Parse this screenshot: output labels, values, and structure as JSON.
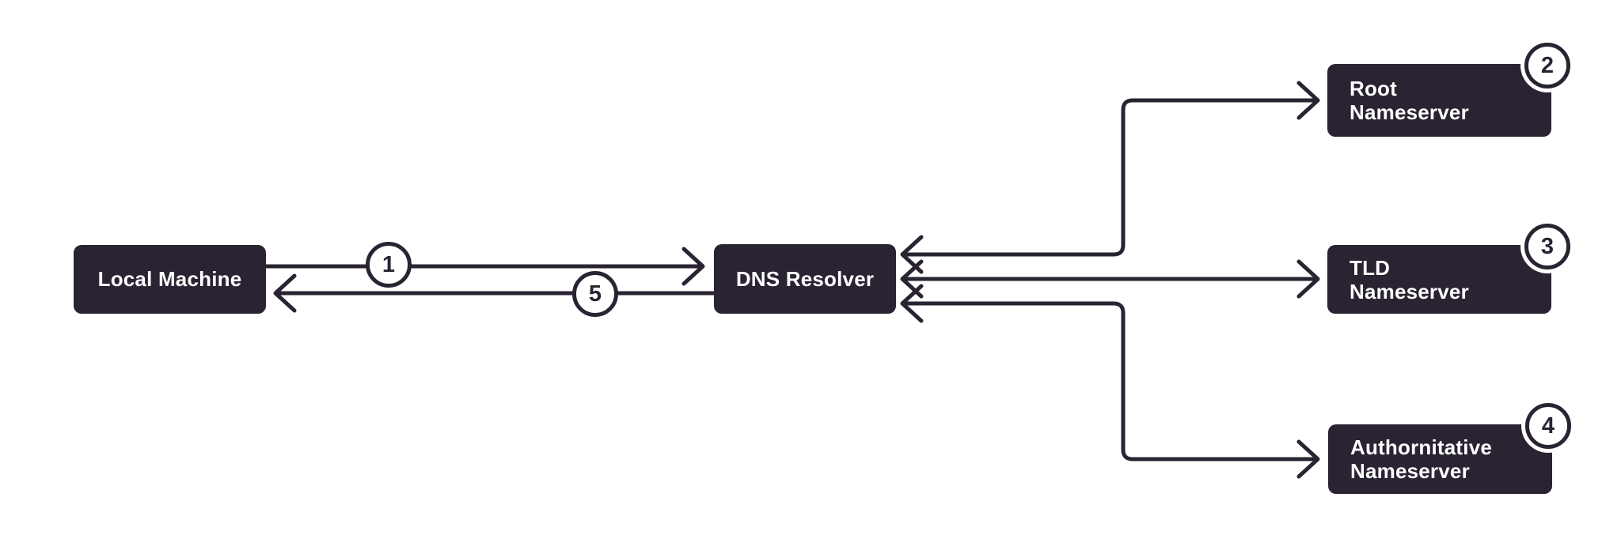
{
  "colors": {
    "ink": "#2a2332",
    "background": "#ffffff",
    "node_text": "#ffffff"
  },
  "nodes": {
    "local_machine": {
      "label": "Local Machine"
    },
    "dns_resolver": {
      "label": "DNS Resolver"
    },
    "root_nameserver": {
      "line1": "Root",
      "line2": "Nameserver",
      "badge": "2"
    },
    "tld_nameserver": {
      "line1": "TLD",
      "line2": "Nameserver",
      "badge": "3"
    },
    "authoritative_nameserver": {
      "line1": "Authornitative",
      "line2": "Nameserver",
      "badge": "4"
    }
  },
  "edge_markers": {
    "query_step": "1",
    "response_step": "5"
  }
}
